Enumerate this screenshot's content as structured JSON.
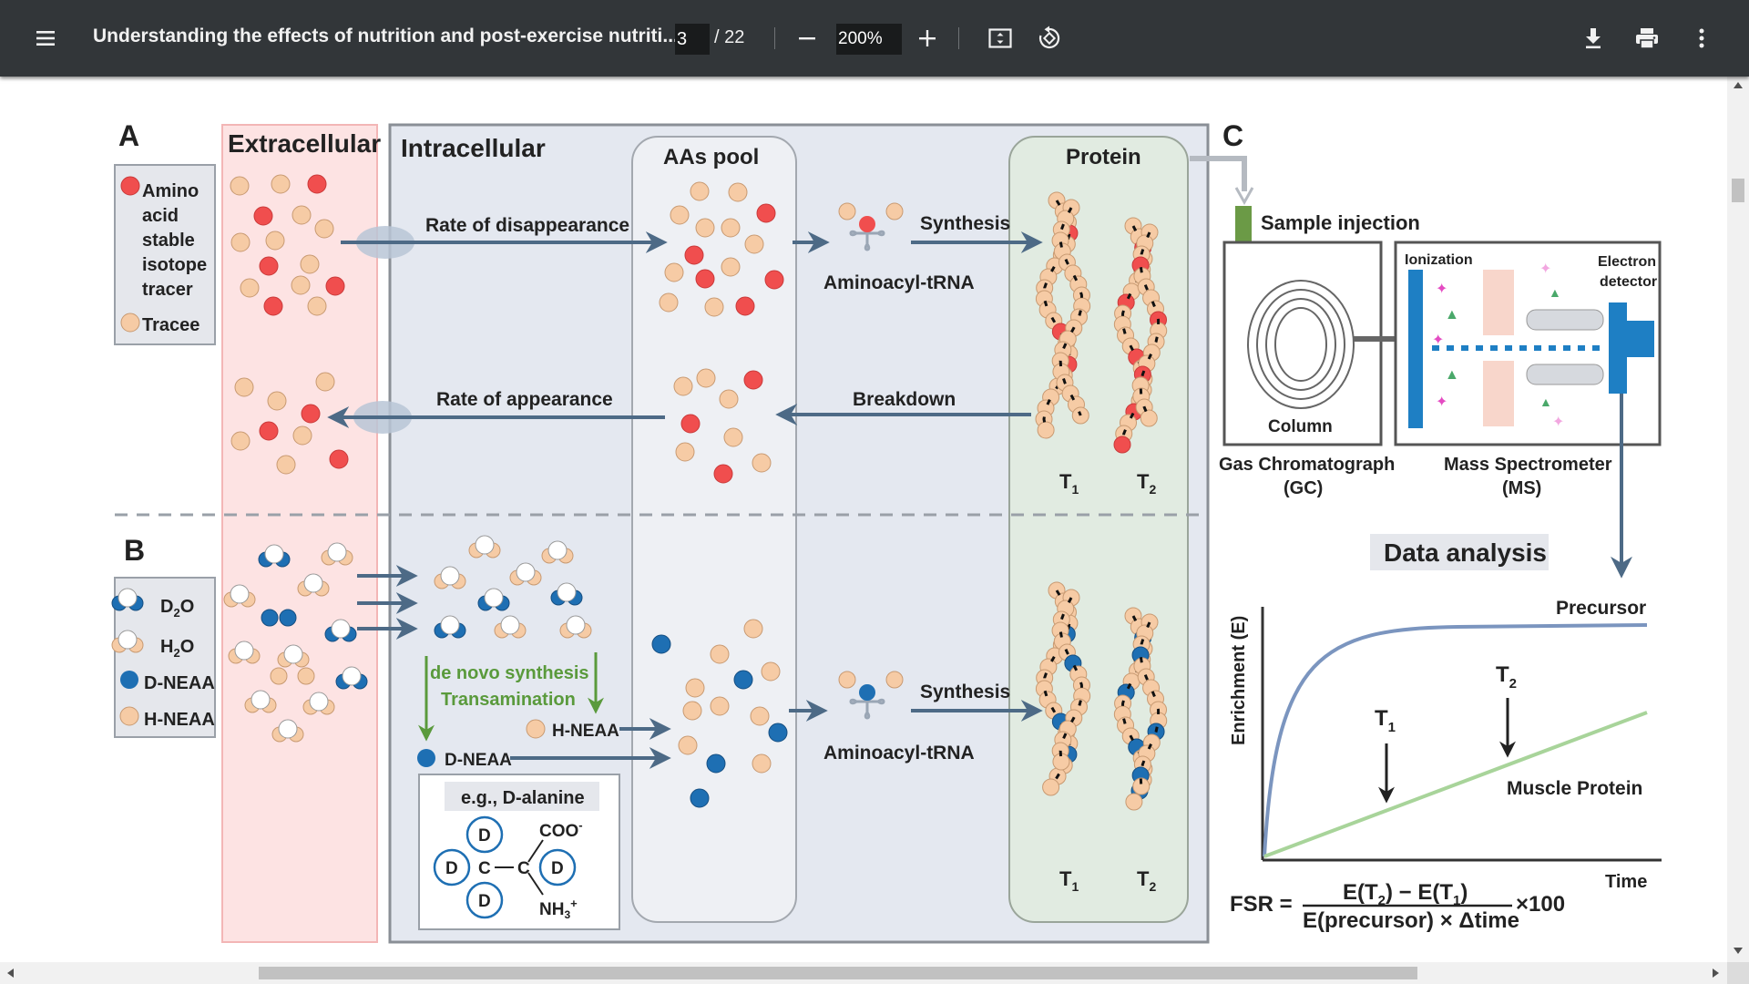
{
  "toolbar": {
    "menu_icon": "hamburger-menu-icon",
    "title": "Understanding the effects of nutrition and post-exercise nutriti...",
    "page_current": "3",
    "page_total": "/ 22",
    "zoom": "200%",
    "icons": [
      "zoom-out-icon",
      "zoom-in-icon",
      "fit-page-icon",
      "rotate-icon",
      "download-icon",
      "print-icon",
      "more-options-icon"
    ]
  },
  "figure": {
    "panel_a": "A",
    "panel_b": "B",
    "panel_c": "C",
    "extracellular": "Extracellular",
    "intracellular": "Intracellular",
    "aas_pool": "AAs pool",
    "protein": "Protein",
    "legend_a": [
      "Amino",
      "acid",
      "stable",
      "isotope",
      "tracer",
      "Tracee"
    ],
    "rate_disappearance": "Rate of disappearance",
    "rate_appearance": "Rate of appearance",
    "synthesis": "Synthesis",
    "aminoacyl_trna": "Aminoacyl-tRNA",
    "breakdown": "Breakdown",
    "t1": "T",
    "t2": "T",
    "sub1": "1",
    "sub2": "2",
    "legend_b": [
      "D",
      "2",
      "O",
      "H",
      "2",
      "O",
      "D-NEAA",
      "H-NEAA"
    ],
    "de_novo": "de novo synthesis",
    "transamination": "Transamination",
    "h_neaa": "H-NEAA",
    "d_neaa": "D-NEAA",
    "eg_alanine": "e.g., D-alanine",
    "coo": "COO",
    "coo_sup": "-",
    "nh3": "NH",
    "nh3_sub": "3",
    "nh3_sup": "+",
    "c_letter": "C",
    "d_letter": "D",
    "o_letter": "O",
    "h_letter": "H",
    "sample_injection": "Sample injection",
    "ionization": "Ionization",
    "electron": "Electron",
    "detector": "detector",
    "column": "Column",
    "gc_1": "Gas Chromatograph",
    "gc_2": "(GC)",
    "ms_1": "Mass Spectrometer",
    "ms_2": "(MS)",
    "data_analysis": "Data analysis",
    "precursor": "Precursor",
    "muscle_protein": "Muscle Protein",
    "time": "Time",
    "enrichment": "Enrichment (E)",
    "fsr": "FSR =",
    "fsr_num": "E(T",
    "fsr_num_2": ") − E(T",
    "fsr_num_3": ")",
    "fsr_den": "E(precursor) × Δtime",
    "fsr_mult": "×100"
  },
  "colors": {
    "toolbar_bg": "#323639",
    "red_tracer": "#f04e4e",
    "tracee": "#f6cba5",
    "deuterium_blue": "#1e6fb3",
    "extracellular_bg": "#fde3e3",
    "intracellular_bg": "#e4e8f0",
    "protein_bg": "#e1ebe1",
    "arrow": "#4d6a86",
    "green_arrow": "#5a9a3c"
  }
}
